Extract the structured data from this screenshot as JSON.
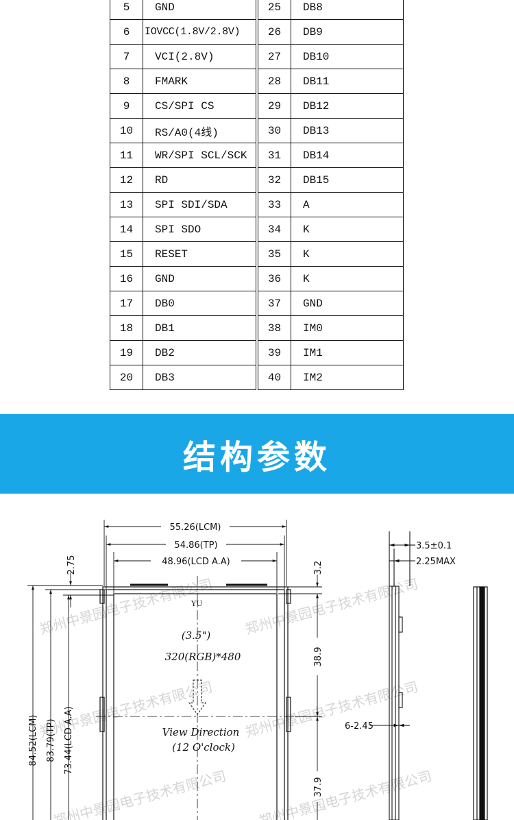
{
  "pin_table": {
    "left": [
      {
        "pin": "5",
        "name": "GND"
      },
      {
        "pin": "6",
        "name": "IOVCC(1.8V/2.8V)"
      },
      {
        "pin": "7",
        "name": "VCI(2.8V)"
      },
      {
        "pin": "8",
        "name": "FMARK"
      },
      {
        "pin": "9",
        "name": "CS/SPI CS"
      },
      {
        "pin": "10",
        "name": "RS/A0(4线)"
      },
      {
        "pin": "11",
        "name": "WR/SPI SCL/SCK"
      },
      {
        "pin": "12",
        "name": "RD"
      },
      {
        "pin": "13",
        "name": "SPI SDI/SDA"
      },
      {
        "pin": "14",
        "name": "SPI SDO"
      },
      {
        "pin": "15",
        "name": "RESET"
      },
      {
        "pin": "16",
        "name": "GND"
      },
      {
        "pin": "17",
        "name": "DB0"
      },
      {
        "pin": "18",
        "name": "DB1"
      },
      {
        "pin": "19",
        "name": "DB2"
      },
      {
        "pin": "20",
        "name": "DB3"
      }
    ],
    "right": [
      {
        "pin": "25",
        "name": "DB8"
      },
      {
        "pin": "26",
        "name": "DB9"
      },
      {
        "pin": "27",
        "name": "DB10"
      },
      {
        "pin": "28",
        "name": "DB11"
      },
      {
        "pin": "29",
        "name": "DB12"
      },
      {
        "pin": "30",
        "name": "DB13"
      },
      {
        "pin": "31",
        "name": "DB14"
      },
      {
        "pin": "32",
        "name": "DB15"
      },
      {
        "pin": "33",
        "name": "A"
      },
      {
        "pin": "34",
        "name": "K"
      },
      {
        "pin": "35",
        "name": "K"
      },
      {
        "pin": "36",
        "name": "K"
      },
      {
        "pin": "37",
        "name": "GND"
      },
      {
        "pin": "38",
        "name": "IM0"
      },
      {
        "pin": "39",
        "name": "IM1"
      },
      {
        "pin": "40",
        "name": "IM2"
      }
    ]
  },
  "banner": {
    "title": "结构参数",
    "color": "#1aa7e8"
  },
  "drawing": {
    "dims": {
      "lcm_width": "55.26(LCM)",
      "tp_width": "54.86(TP)",
      "aa_width": "48.96(LCD A.A)",
      "top_left": "2.75",
      "top_right": "3.2",
      "lcm_height": "84.52(LCM)",
      "tp_height": "83.79(TP)",
      "aa_height": "73.44(LCD A.A)",
      "upper_half": "38.9",
      "lower_half": "37.9",
      "thickness": "3.5±0.1",
      "thickness_max": "2.25MAX",
      "holes": "6-2.45"
    },
    "labels": {
      "yu": "YU",
      "size": "(3.5\")",
      "resolution": "320(RGB)*480",
      "view_direction": "View Direction",
      "clock": "(12 O'clock)"
    },
    "watermark": "郑州中景园电子技术有限公司"
  }
}
